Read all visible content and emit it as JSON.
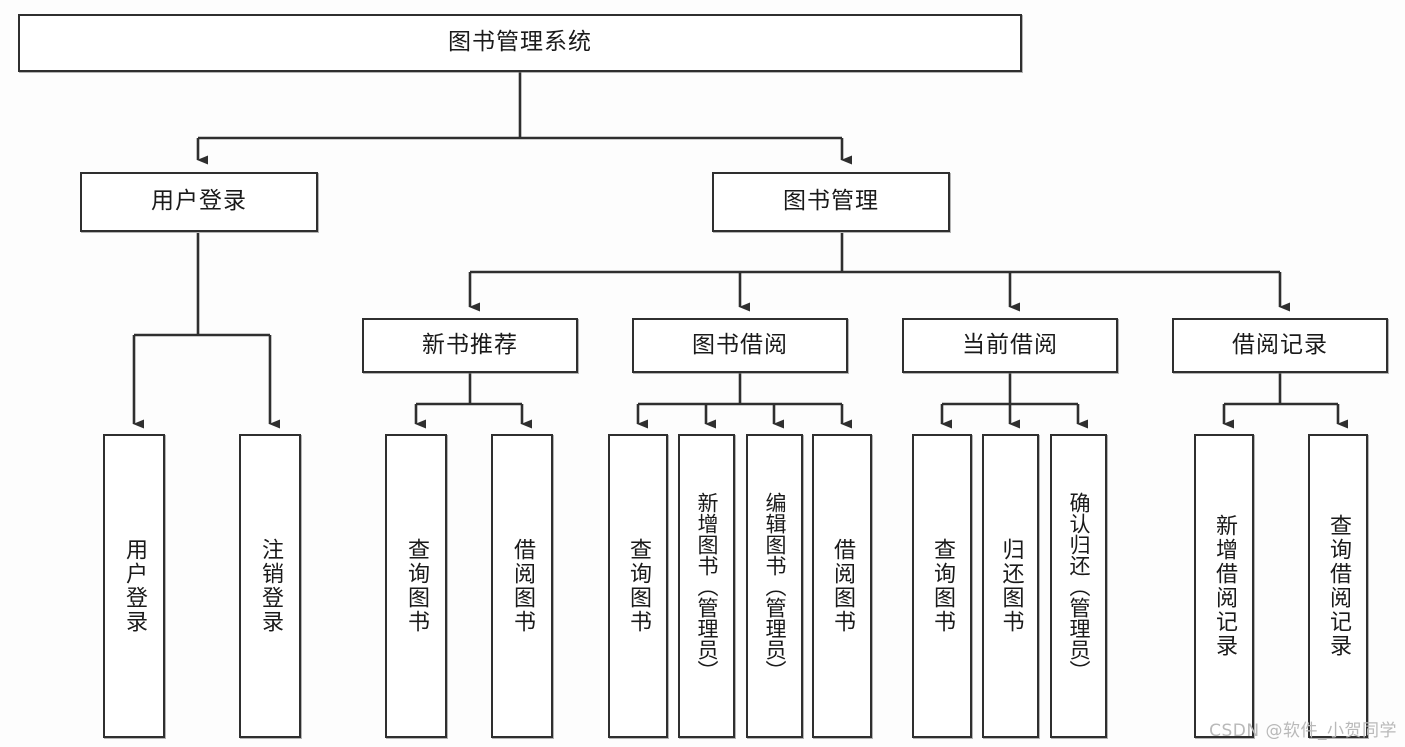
{
  "diagram": {
    "title": "图书管理系统",
    "type": "tree",
    "colors": {
      "stroke": "#2f2f2f",
      "node_fill": "#ffffff",
      "background": "#fdfdfd",
      "text": "#1a1a1a",
      "watermark": "#b9b9b9"
    },
    "root": {
      "label": "图书管理系统"
    },
    "level2": [
      {
        "label": "用户登录"
      },
      {
        "label": "图书管理"
      }
    ],
    "level3": [
      {
        "label": "新书推荐"
      },
      {
        "label": "图书借阅"
      },
      {
        "label": "当前借阅"
      },
      {
        "label": "借阅记录"
      }
    ],
    "leaves": {
      "user_login": [
        {
          "label": "用户登录"
        },
        {
          "label": "注销登录"
        }
      ],
      "new_book_recommend": [
        {
          "label": "查询图书"
        },
        {
          "label": "借阅图书"
        }
      ],
      "book_borrow": [
        {
          "label": "查询图书"
        },
        {
          "label": "新增图书（管理员）"
        },
        {
          "label": "编辑图书（管理员）"
        },
        {
          "label": "借阅图书"
        }
      ],
      "current_borrow": [
        {
          "label": "查询图书"
        },
        {
          "label": "归还图书"
        },
        {
          "label": "确认归还（管理员）"
        }
      ],
      "borrow_record": [
        {
          "label": "新增借阅记录"
        },
        {
          "label": "查询借阅记录"
        }
      ]
    }
  },
  "watermark": {
    "text": "CSDN @软件_小贺同学"
  }
}
